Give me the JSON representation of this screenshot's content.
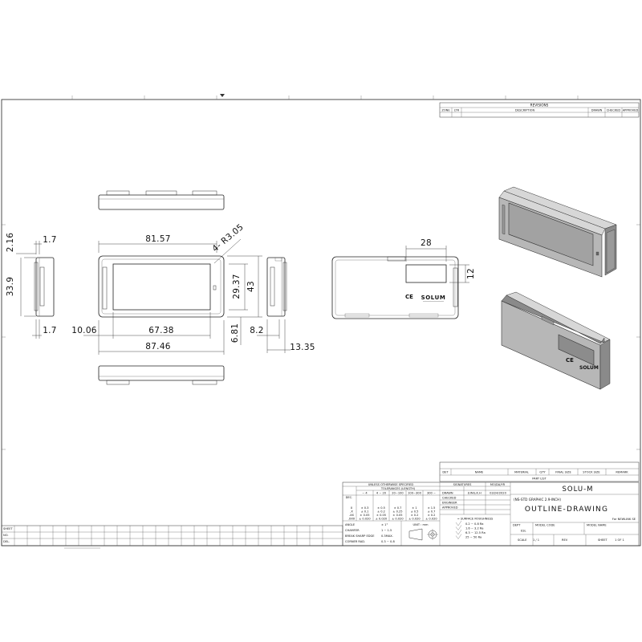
{
  "dimensions": {
    "d_2_16": "2.16",
    "d_1_7_top": "1.7",
    "d_33_9": "33.9",
    "d_1_7_bot": "1.7",
    "d_81_57": "81.57",
    "d_r3_05": "4- R3.05",
    "d_29_37": "29.37",
    "d_43": "43",
    "d_10_06": "10.06",
    "d_67_38": "67.38",
    "d_6_81": "6.81",
    "d_8_2": "8.2",
    "d_87_46": "87.46",
    "d_13_35": "13.35",
    "d_28": "28",
    "d_12": "12"
  },
  "product": {
    "ce_mark": "CE",
    "brand": "SOLUM"
  },
  "revisions": {
    "title": "REVISIONS",
    "headers": [
      "ZONE",
      "LTR",
      "DESCRIPTION",
      "DRAWN",
      "CHECKED",
      "APPROVED"
    ]
  },
  "parts_list": {
    "title": "PART LIST",
    "headers": [
      "DET",
      "NAME",
      "MATERIAL",
      "QTY",
      "FINAL SIZE",
      "STOCK SIZE",
      "REMARK"
    ]
  },
  "title_block": {
    "tolerance_title": "UNLESS OTHERWISE SPECIFIED",
    "tolerance_subtitle": "TOLERANCES (LENGTH)",
    "dec_label": "DEC.",
    "tol_cols": [
      "~ 4",
      "4 ~ 20",
      "20~100",
      "100~300",
      "300 ~"
    ],
    "tol_rows": [
      {
        "k": "X",
        "v": [
          "± 0.3",
          "± 0.5",
          "± 0.7",
          "± 1",
          "± 1.5"
        ]
      },
      {
        "k": ".X",
        "v": [
          "± 0.1",
          "± 0.2",
          "± 0.25",
          "± 0.5",
          "± 0.7"
        ]
      },
      {
        "k": ".XX",
        "v": [
          "± 0.05",
          "± 0.05",
          "± 0.05",
          "± 0.2",
          "± 0.2"
        ]
      },
      {
        "k": ".XXX",
        "v": [
          "± 0.020",
          "± 0.020",
          "± 0.020",
          "± 0.020",
          "± 0.020"
        ]
      }
    ],
    "angle_rows": [
      {
        "k": "ANGLE",
        "v": "± 1°"
      },
      {
        "k": "CHAMFER",
        "v": "1 ~ 1.5"
      },
      {
        "k": "BREAK SHARP EDGE",
        "v": "0.3MAX."
      },
      {
        "k": "CORNER RAD.",
        "v": "0.3 ~ 0.8"
      }
    ],
    "unit_label": "UNIT : mm",
    "signatures_title": "SIGNATURES",
    "date_title": "MO/DA/YR",
    "roles": [
      "DRAWN",
      "CHECKED",
      "ENGINEER",
      "APPROVED"
    ],
    "drawn_by": "JUNG,K.H",
    "drawn_date": "03/24/2020",
    "surface_title": "= SURFACE ROUGHNESS",
    "surface_rows": [
      "0.2 ~ 0.8 Ra",
      "1.6 ~ 3.2 Ra",
      "6.3 ~ 12.5 Ra",
      "25 ~ 50 Ra"
    ],
    "company": "SOLU-M",
    "item_name": "(NS-STD GRAPHIC 2.9-INCH)",
    "drawing_title": "OUTLINE-DRAWING",
    "for_line": "For NEWLINK SE",
    "dept_label": "DEPT",
    "dept_value": "ESL",
    "model_code_label": "MODEL CODE",
    "model_name_label": "MODEL NAME",
    "scale_label": "SCALE",
    "scale_value": "1 / 1",
    "rev_label": "REV",
    "sheet_label": "SHEET",
    "sheet_value": "1 OF 1"
  },
  "side_strip": {
    "labels": [
      "SHEET",
      "NO.",
      "DEL."
    ]
  }
}
